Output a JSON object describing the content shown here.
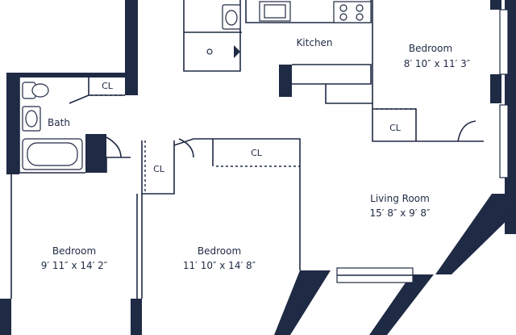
{
  "rooms": {
    "kitchen": {
      "name": "Kitchen"
    },
    "bedroom_ne": {
      "name": "Bedroom",
      "dims": "8′ 10″ x 11′ 3″"
    },
    "bath": {
      "name": "Bath"
    },
    "living": {
      "name": "Living Room",
      "dims": "15′ 8″ x 9′ 8″"
    },
    "bedroom_sw": {
      "name": "Bedroom",
      "dims": "9′ 11″ x 14′ 2″"
    },
    "bedroom_s": {
      "name": "Bedroom",
      "dims": "11′ 10″ x 14′ 8″"
    }
  },
  "closets": {
    "bath_cl": "CL",
    "hall_cl": "CL",
    "bed_s_cl": "CL",
    "bed_ne_cl": "CL"
  },
  "colors": {
    "wall": "#1f2a44",
    "background": "#ffffff"
  }
}
